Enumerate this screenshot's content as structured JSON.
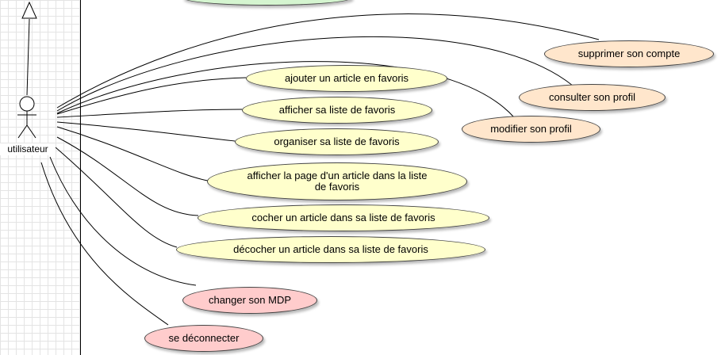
{
  "actor": {
    "label": "utilisateur"
  },
  "use_cases": {
    "supprimer_compte": "supprimer son compte",
    "consulter_profil": "consulter son profil",
    "modifier_profil": "modifier son profil",
    "ajouter_favoris": "ajouter un article en favoris",
    "afficher_liste": "afficher sa liste de favoris",
    "organiser_liste": "organiser sa liste de favoris",
    "afficher_page": "afficher la page d'un article dans la liste de favoris",
    "cocher": "cocher un article dans sa liste de favoris",
    "decocher": "décocher un article dans sa liste de favoris",
    "changer_mdp": "changer son MDP",
    "deconnecter": "se déconnecter"
  },
  "colors": {
    "favoris": "#ffffcc",
    "profil": "#ffe6cc",
    "session": "#ffcccc",
    "partial_top": "#d5f5d0"
  }
}
